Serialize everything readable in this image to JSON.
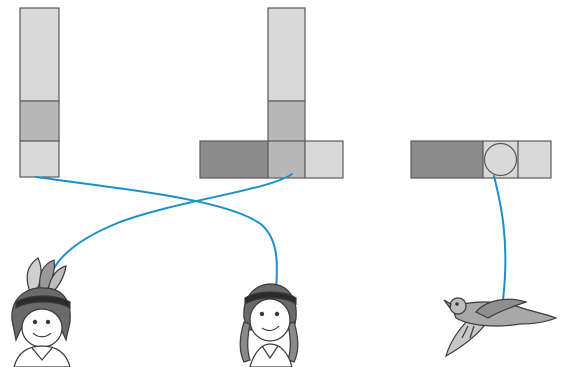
{
  "colors": {
    "light_cell": "#d9d9d9",
    "mid_cell": "#b8b8b8",
    "dark_cell": "#8c8c8c",
    "outline": "#5a5a5a",
    "connector_line": "#1d8fc9",
    "drawing_ink": "#3a3a3a"
  },
  "items": {
    "left_shape": "vertical-three-cell-bar",
    "middle_shape": "upside-down-T-blocks",
    "right_shape": "horizontal-bar-with-circle",
    "left_character": "boy-with-feather-headband",
    "middle_character": "girl-with-braids",
    "right_character": "flying-bird"
  }
}
